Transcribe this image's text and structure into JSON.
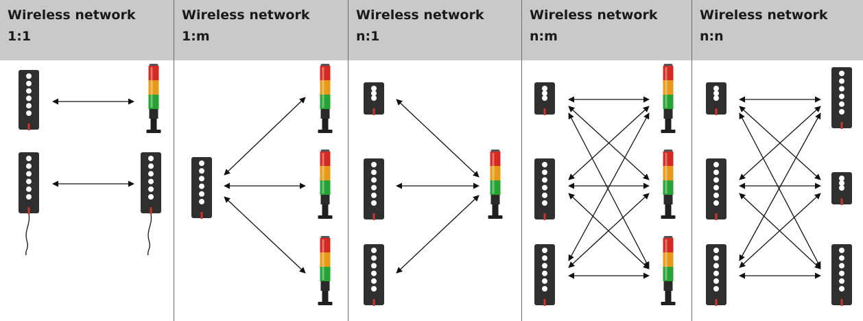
{
  "columns": [
    {
      "id": "one-to-one",
      "line1": "Wireless network",
      "line2": "1:1"
    },
    {
      "id": "one-to-many",
      "line1": "Wireless network",
      "line2": "1:m"
    },
    {
      "id": "many-to-one",
      "line1": "Wireless network",
      "line2": "n:1"
    },
    {
      "id": "many-to-many",
      "line1": "Wireless network",
      "line2": "n:m"
    },
    {
      "id": "n-to-n",
      "line1": "Wireless network",
      "line2": "n:n"
    }
  ],
  "colors": {
    "header_bg": "#c9c9c9",
    "border": "#6a6a6a",
    "module_body": "#2f2f2f",
    "led": "#ffffff",
    "antenna_tip": "#d0342c",
    "tower_red": "#d42a22",
    "tower_amber": "#e69a17",
    "tower_green": "#27a334",
    "tower_base": "#1f1f1f",
    "arrow": "#111111"
  },
  "icons": [
    "wireless-module-icon",
    "signal-tower-icon",
    "bidirectional-arrow-icon"
  ]
}
